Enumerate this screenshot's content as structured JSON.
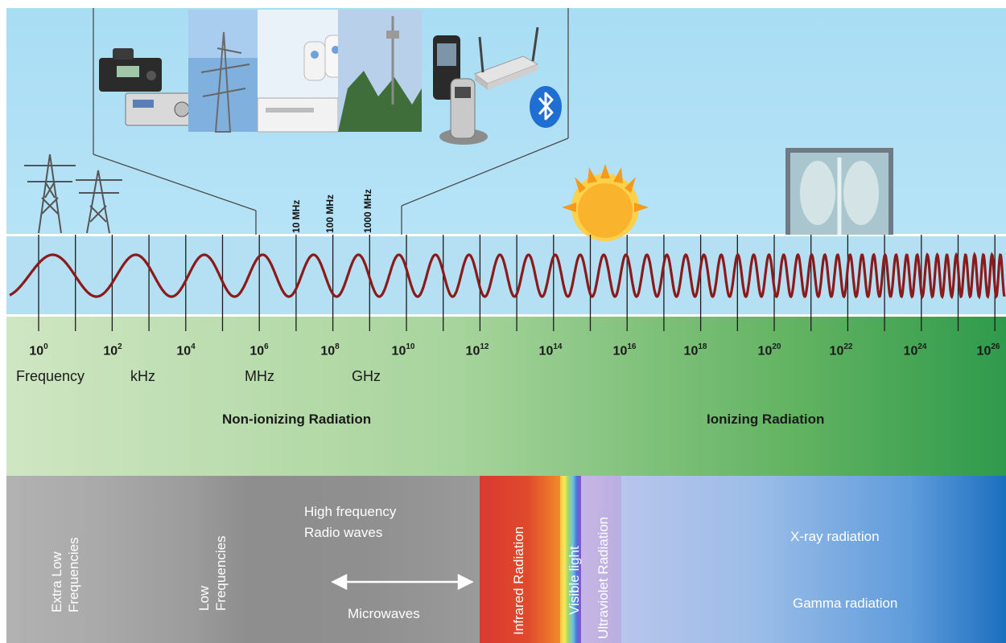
{
  "frequency_scale": {
    "exponents": [
      {
        "base": "10",
        "exp": "0"
      },
      {
        "base": "10",
        "exp": "2"
      },
      {
        "base": "10",
        "exp": "4"
      },
      {
        "base": "10",
        "exp": "6"
      },
      {
        "base": "10",
        "exp": "8"
      },
      {
        "base": "10",
        "exp": "10"
      },
      {
        "base": "10",
        "exp": "12"
      },
      {
        "base": "10",
        "exp": "14"
      },
      {
        "base": "10",
        "exp": "16"
      },
      {
        "base": "10",
        "exp": "18"
      },
      {
        "base": "10",
        "exp": "20"
      },
      {
        "base": "10",
        "exp": "22"
      },
      {
        "base": "10",
        "exp": "24"
      },
      {
        "base": "10",
        "exp": "26"
      }
    ],
    "units": [
      "Frequency",
      "kHz",
      "MHz",
      "GHz"
    ],
    "radio_labels": [
      "10 MHz",
      "100 MHz",
      "1000 MHz"
    ]
  },
  "regions": {
    "non_ionizing": "Non-ionizing Radiation",
    "ionizing": "Ionizing Radiation"
  },
  "bands": {
    "elf": [
      "Extra Low",
      "Frequencies"
    ],
    "lf": [
      "Low",
      "Frequencies"
    ],
    "hf": [
      "High frequency",
      "Radio waves"
    ],
    "microwaves": "Microwaves",
    "infrared": "Infrared Radiation",
    "visible": "Visible light",
    "ultraviolet": "Ultraviolet Radiation",
    "xray": "X-ray radiation",
    "gamma": "Gamma radiation"
  },
  "colors": {
    "wave": "#8b1a1a",
    "sky": "#b0e0f5",
    "green_start": "#cfe6c2",
    "green_end": "#2f9a4c",
    "bluetooth": "#1e6fd1",
    "sun": "#f7a21b"
  },
  "icons": [
    "power-pylon-icon",
    "radio-icon",
    "antenna-tower-icon",
    "baby-monitor-icon",
    "cell-tower-icon",
    "mobile-phone-icon",
    "cordless-phone-icon",
    "wifi-router-icon",
    "bluetooth-icon",
    "sun-icon",
    "xray-image-icon"
  ]
}
